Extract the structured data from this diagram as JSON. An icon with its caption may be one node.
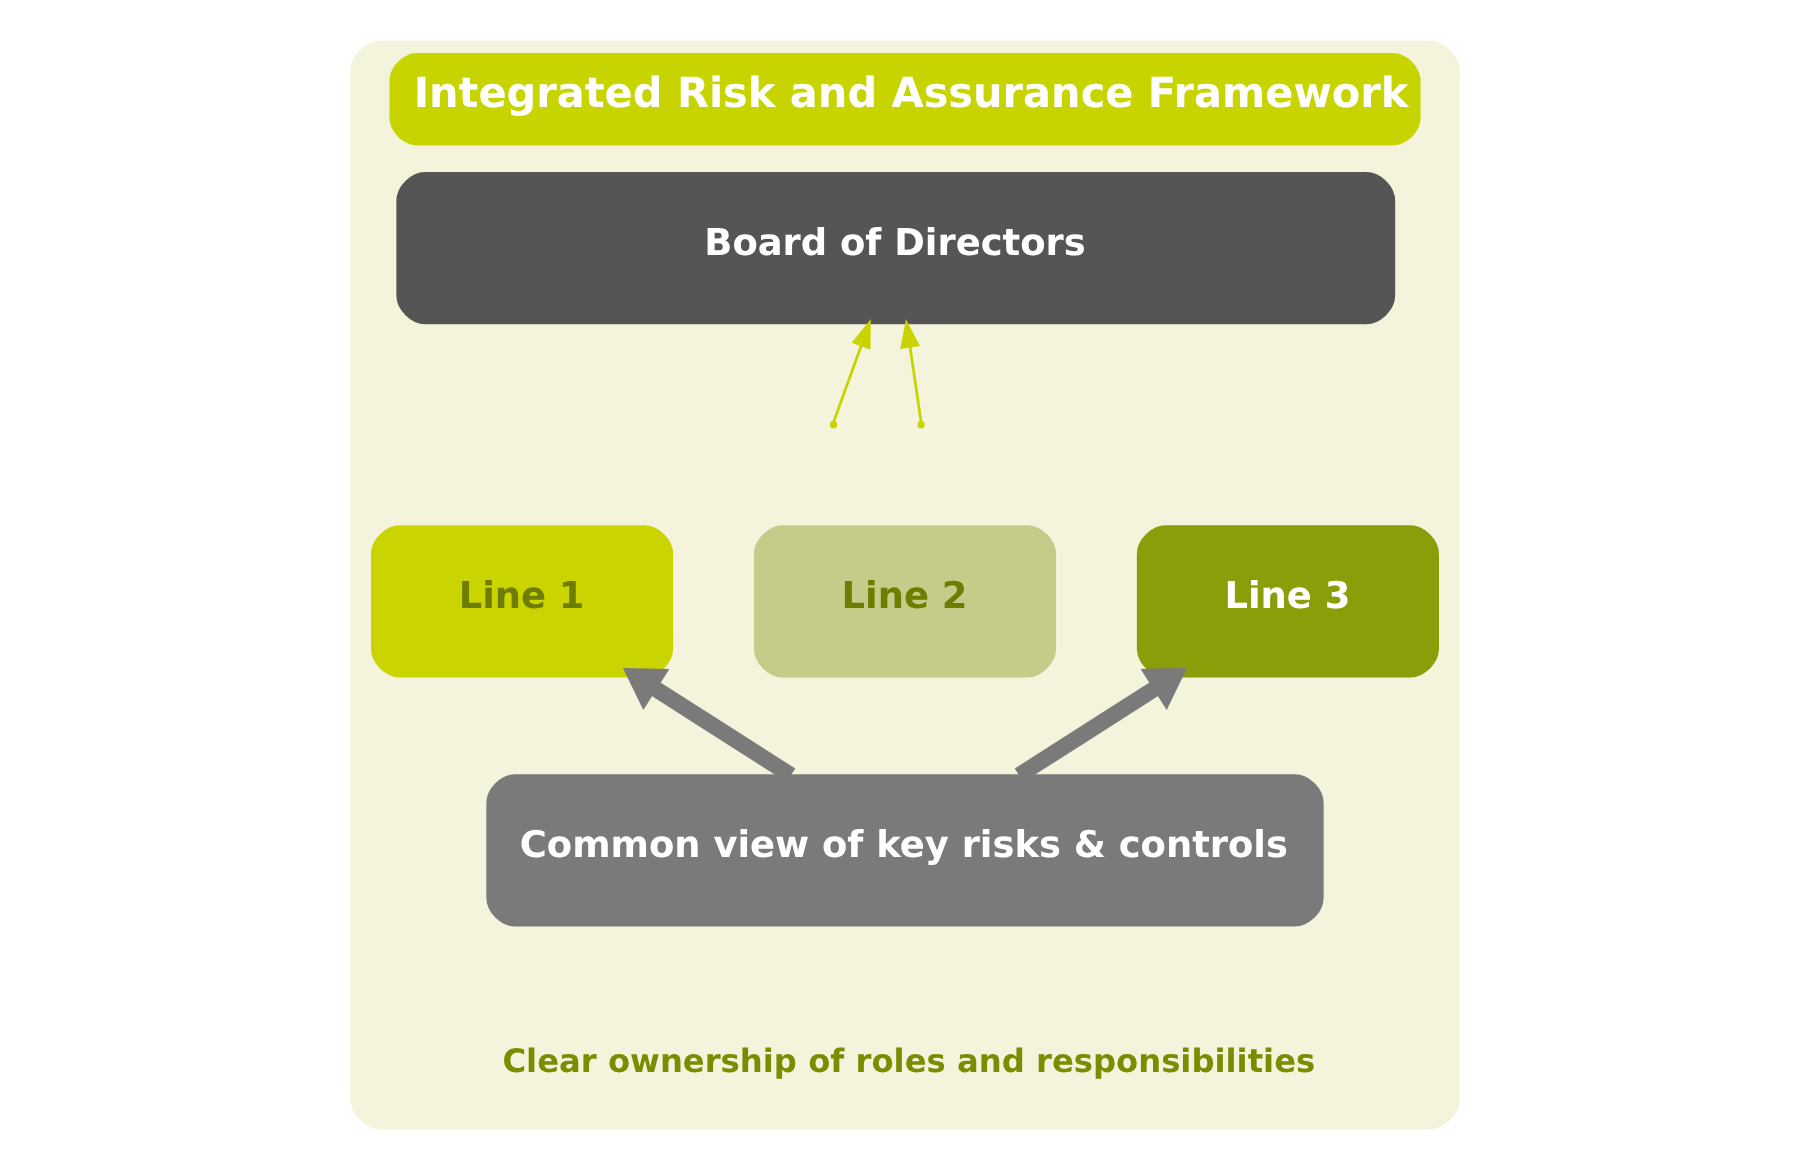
{
  "diagram": {
    "nodes": [
      {
        "text": [
          "Integrated Risk and Assurance Framework"
        ]
      },
      {
        "text": [
          "Board of Directors"
        ],
        "in": 0
      },
      {
        "text": [
          "Line 1"
        ],
        "in": 0
      },
      {
        "text": [
          "Line 2"
        ],
        "in": 0
      },
      {
        "text": [
          "Line 3"
        ],
        "in": 0
      },
      {
        "text": [
          "Common view of key risks & controls"
        ],
        "in": 0
      }
    ],
    "edges": [
      {
        "from": null,
        "to": 1,
        "arrow": "to",
        "color": "#c8d400"
      },
      {
        "from": null,
        "to": 1,
        "arrow": "to",
        "color": "#c8d400"
      },
      {
        "from": 5,
        "to": 2,
        "arrow": "to",
        "style": "thick",
        "color": "#7a7a7a"
      },
      {
        "from": 5,
        "to": 4,
        "arrow": "to",
        "style": "thick",
        "color": "#7a7a7a"
      }
    ],
    "labels": [
      "Clear ownership of roles and responsibilities"
    ]
  }
}
